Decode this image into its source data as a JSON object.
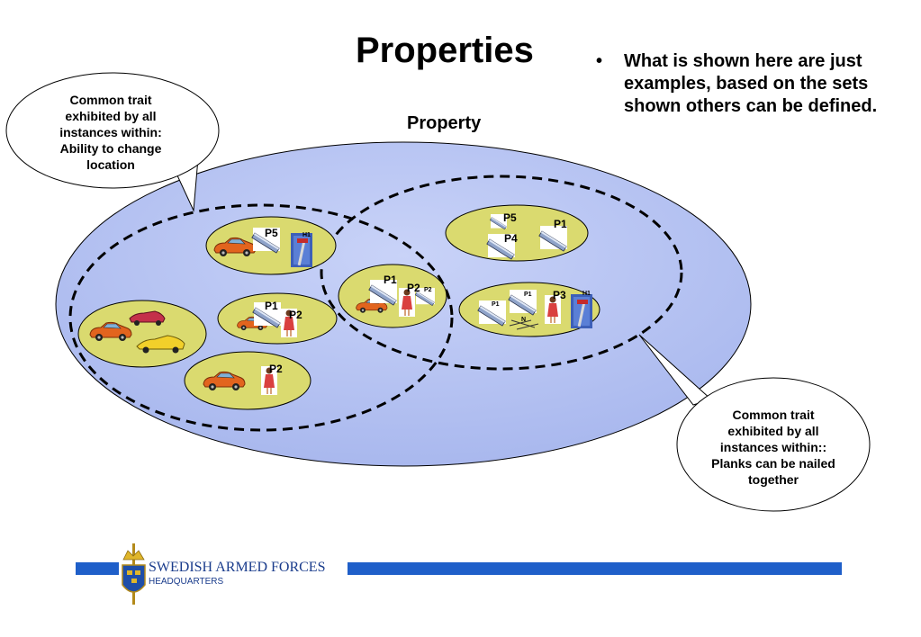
{
  "slide": {
    "title": "Properties",
    "bullet_marker": "•",
    "bullet_text": "What is shown here are just examples, based on the sets shown others can be defined.",
    "property_label": "Property",
    "callout_left": "Common trait exhibited by all instances within: Ability to change location",
    "callout_right": "Common trait exhibited by all instances within:: Planks can be nailed together"
  },
  "sets": {
    "left_top": {
      "labels": [
        "P5",
        "H1"
      ]
    },
    "left_mid": {
      "labels": [
        "P1",
        "P2"
      ]
    },
    "left_bottom": {
      "labels": [
        "P2"
      ]
    },
    "intersection": {
      "labels": [
        "P1",
        "P2",
        "P2"
      ]
    },
    "right_top": {
      "labels": [
        "P5",
        "P4",
        "P1"
      ]
    },
    "right_bottom": {
      "labels": [
        "P1",
        "P1",
        "P3",
        "H1",
        "N"
      ]
    }
  },
  "icons": {
    "car": "car-icon",
    "plank": "plank-icon",
    "person": "person-icon",
    "hammer": "hammer-icon",
    "nails": "nails-icon"
  },
  "colors": {
    "property_fill": "#b9c6f3",
    "set_fill": "#dada6f",
    "footer_blue": "#1f5fc9"
  },
  "footer": {
    "org": "SWEDISH ARMED FORCES",
    "sub": "HEADQUARTERS"
  }
}
